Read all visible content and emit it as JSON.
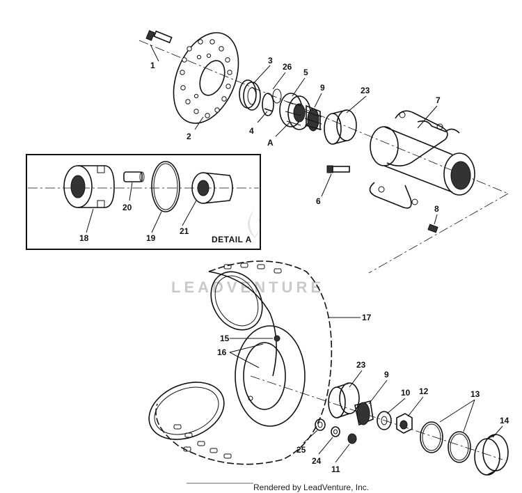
{
  "callouts": [
    {
      "id": "1",
      "text": "1"
    },
    {
      "id": "2",
      "text": "2"
    },
    {
      "id": "3",
      "text": "3"
    },
    {
      "id": "4",
      "text": "4"
    },
    {
      "id": "5",
      "text": "5"
    },
    {
      "id": "26",
      "text": "26"
    },
    {
      "id": "9a",
      "text": "9"
    },
    {
      "id": "23a",
      "text": "23"
    },
    {
      "id": "7",
      "text": "7"
    },
    {
      "id": "A",
      "text": "A"
    },
    {
      "id": "6",
      "text": "6"
    },
    {
      "id": "8",
      "text": "8"
    },
    {
      "id": "20",
      "text": "20"
    },
    {
      "id": "18",
      "text": "18"
    },
    {
      "id": "19",
      "text": "19"
    },
    {
      "id": "21",
      "text": "21"
    },
    {
      "id": "17",
      "text": "17"
    },
    {
      "id": "15",
      "text": "15"
    },
    {
      "id": "16",
      "text": "16"
    },
    {
      "id": "23b",
      "text": "23"
    },
    {
      "id": "9b",
      "text": "9"
    },
    {
      "id": "10",
      "text": "10"
    },
    {
      "id": "12",
      "text": "12"
    },
    {
      "id": "13",
      "text": "13"
    },
    {
      "id": "14",
      "text": "14"
    },
    {
      "id": "25",
      "text": "25"
    },
    {
      "id": "24",
      "text": "24"
    },
    {
      "id": "11",
      "text": "11"
    }
  ],
  "detail_label": "DETAIL A",
  "watermark": "LEADVENTURE",
  "footer": "Rendered by LeadVenture, Inc."
}
